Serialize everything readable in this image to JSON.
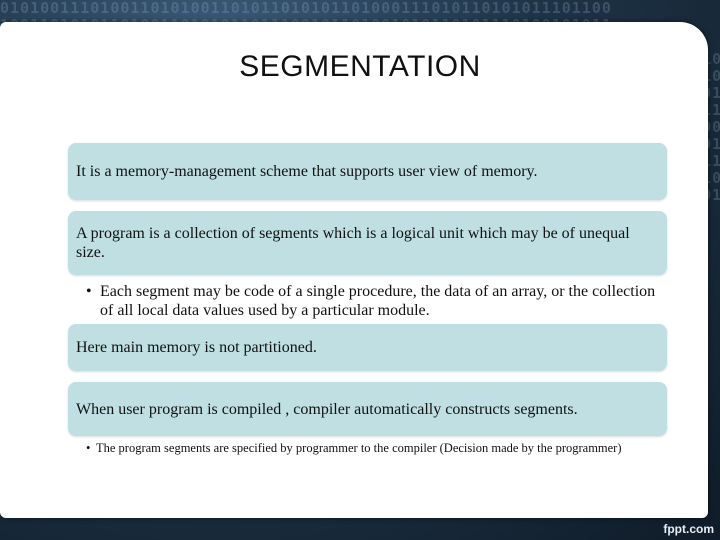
{
  "slide": {
    "title": "SEGMENTATION",
    "boxes": [
      "It is a memory-management scheme that supports user view of memory.",
      "A program is a collection of segments which is a logical unit which may be of unequal size.",
      "Here main memory is not partitioned.",
      "When user program is compiled , compiler automatically constructs segments."
    ],
    "bullets": [
      "Each segment may be code of a single procedure, the data of an array, or the collection of all local data values used by a particular module.",
      "The program segments are specified by programmer to the compiler (Decision made by the programmer)"
    ],
    "bullet_glyph": "•"
  },
  "watermark": "fppt.com",
  "colors": {
    "box_fill": "#bfdfe3",
    "background": "#1f3447"
  }
}
